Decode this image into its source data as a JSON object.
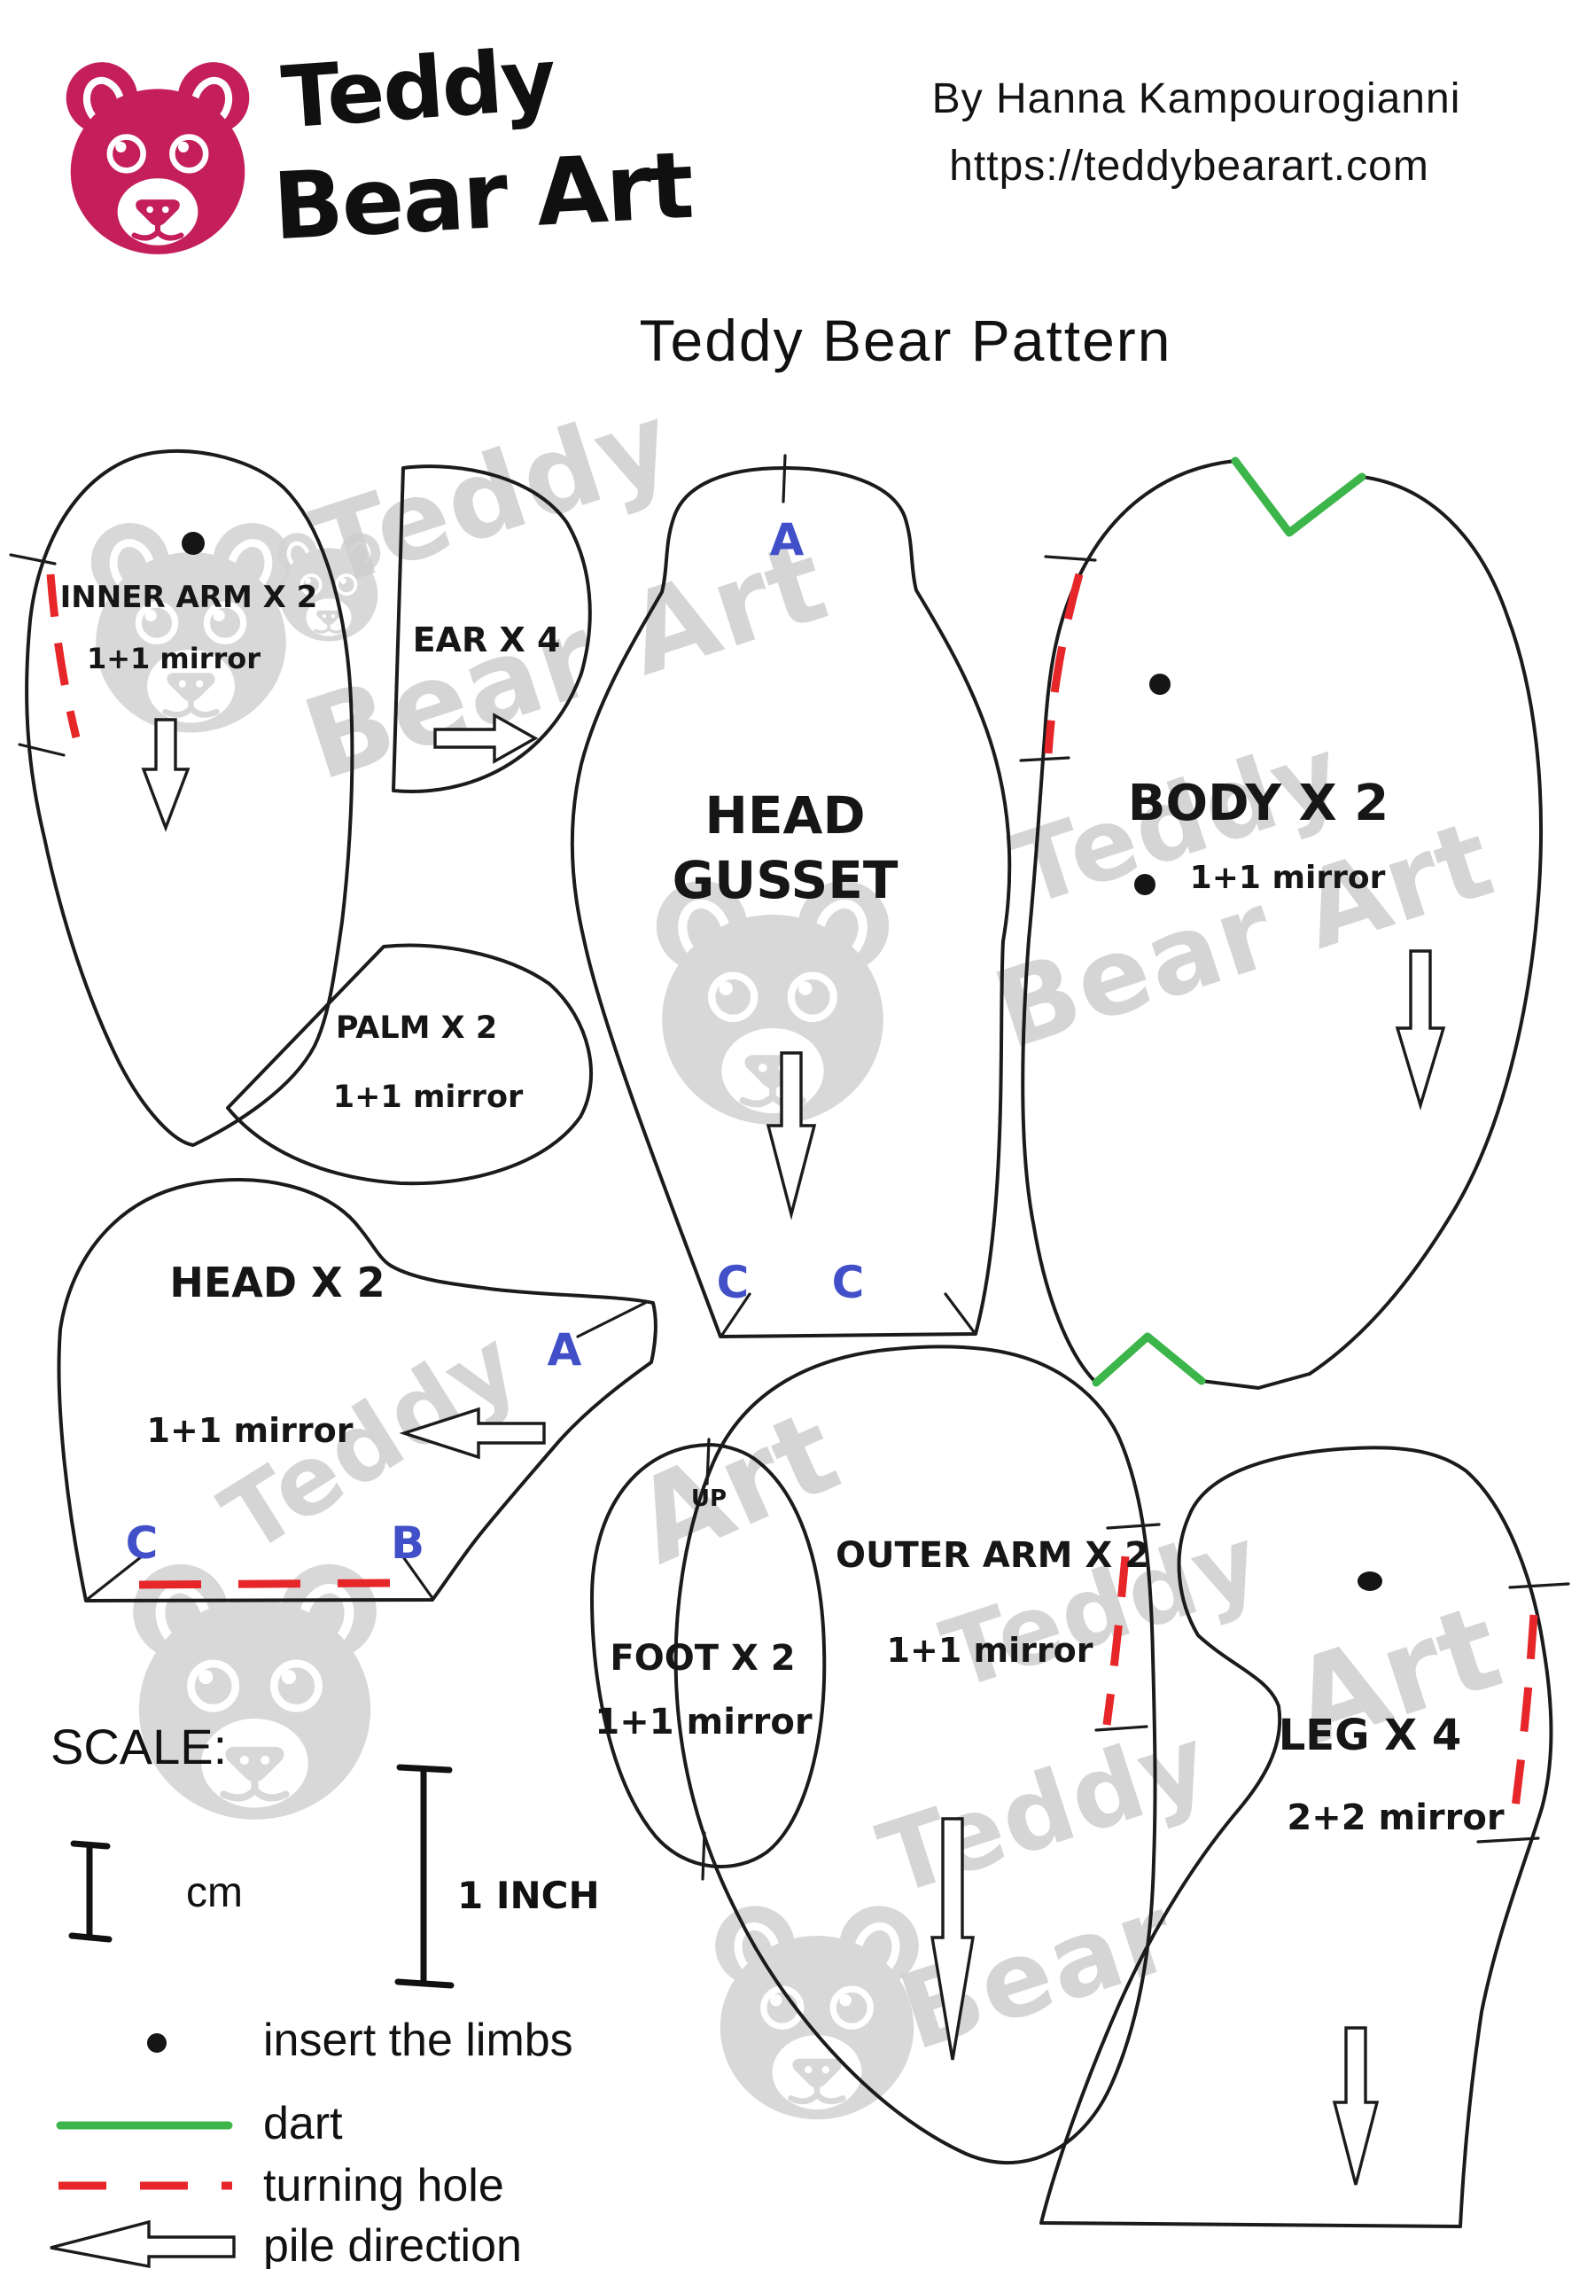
{
  "brand": {
    "name_line1": "Teddy",
    "name_line2": "Bear Art",
    "byline": "By Hanna Kampourogianni",
    "website": "https://teddybearart.com"
  },
  "title": "Teddy Bear Pattern",
  "pieces": {
    "inner_arm": {
      "label": "INNER ARM X 2",
      "note": "1+1 mirror"
    },
    "ear": {
      "label": "EAR X 4"
    },
    "head_gusset": {
      "label": "HEAD GUSSET",
      "marker_top": "A",
      "marker_bottom_left": "C",
      "marker_bottom_right": "C"
    },
    "body": {
      "label": "BODY X 2",
      "note": "1+1 mirror"
    },
    "palm": {
      "label": "PALM X 2",
      "note": "1+1 mirror"
    },
    "head": {
      "label": "HEAD X 2",
      "note": "1+1 mirror",
      "marker_snout": "A",
      "marker_bottom_left": "C",
      "marker_bottom_right": "B"
    },
    "foot": {
      "label": "FOOT X 2",
      "note": "1+1 mirror",
      "up": "UP"
    },
    "outer_arm": {
      "label": "OUTER ARM X 2",
      "note": "1+1 mirror"
    },
    "leg": {
      "label": "LEG X 4",
      "note": "2+2 mirror"
    }
  },
  "scale": {
    "heading": "SCALE:",
    "cm_label": "cm",
    "inch_label": "1 INCH"
  },
  "legend": {
    "insert_limbs": "insert the limbs",
    "dart": "dart",
    "turning_hole": "turning hole",
    "pile_direction": "pile direction"
  },
  "watermark": {
    "teddy": "Teddy",
    "bear_art": "Bear Art",
    "bear": "Bear",
    "art": "Art"
  },
  "colors": {
    "logo_pink": "#c41f5b",
    "dart_green": "#3cb54a",
    "turning_red": "#e62629",
    "marker_blue": "#4150c8",
    "watermark_gray": "#cecece"
  }
}
